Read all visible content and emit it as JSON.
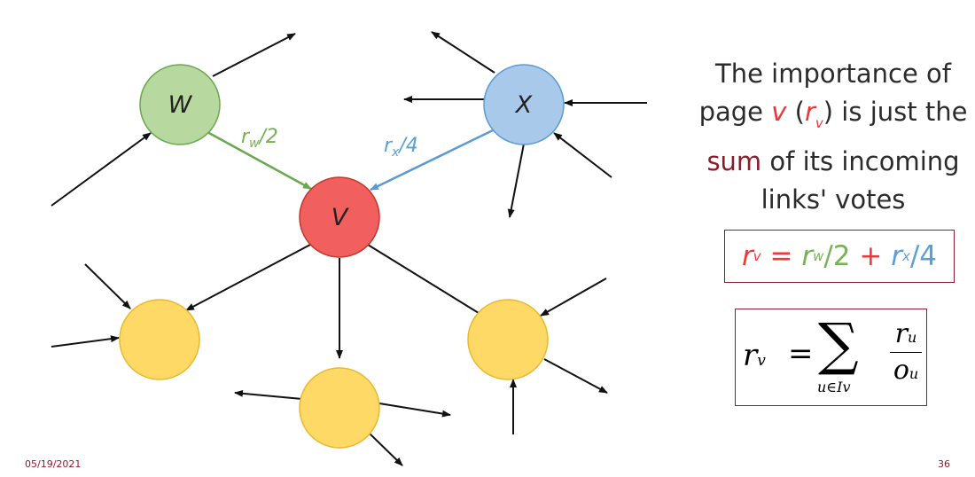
{
  "nodes": {
    "w": {
      "label": "W",
      "color": "#b7d9a0",
      "stroke": "#6aa84f"
    },
    "x": {
      "label": "X",
      "color": "#a9c9ea",
      "stroke": "#5b9bd5"
    },
    "v": {
      "label": "V",
      "color": "#f25f5f",
      "stroke": "#c0392b"
    },
    "yellow": {
      "color": "#ffd966",
      "stroke": "#e8b931"
    }
  },
  "edge_labels": {
    "w_to_v": {
      "main": "r",
      "sub": "w",
      "rest": "/2",
      "color": "#77b255"
    },
    "x_to_v": {
      "main": "r",
      "sub": "x",
      "rest": "/4",
      "color": "#5aa0d6"
    }
  },
  "explanation": {
    "line1": "The importance of",
    "line2_a": "page ",
    "line2_v": "v",
    "line2_paren_open": " (",
    "line2_r": "r",
    "line2_rsub": "v",
    "line2_paren_close": ")",
    "line2_b": " is just the",
    "line3_sum": "sum",
    "line3_b": " of its incoming",
    "line4": "links' votes"
  },
  "formula_simple": {
    "lhs": "r",
    "lhs_sub": "v",
    "eq": " = ",
    "t1": "r",
    "t1_sub": "w",
    "t1_rest": "/2",
    "plus": " + ",
    "t2": "r",
    "t2_sub": "x",
    "t2_rest": "/4"
  },
  "formula_sum": {
    "lhs": "r",
    "lhs_sub": "v",
    "eq": "=",
    "sigma": "∑",
    "under": "u∈I",
    "under_sub": "v",
    "num": "r",
    "num_sub": "u",
    "den": "o",
    "den_sub": "u"
  },
  "footer": {
    "date": "05/19/2021",
    "page": "36"
  },
  "colors": {
    "accent": "#8b1c2c",
    "edge": "#111111"
  }
}
